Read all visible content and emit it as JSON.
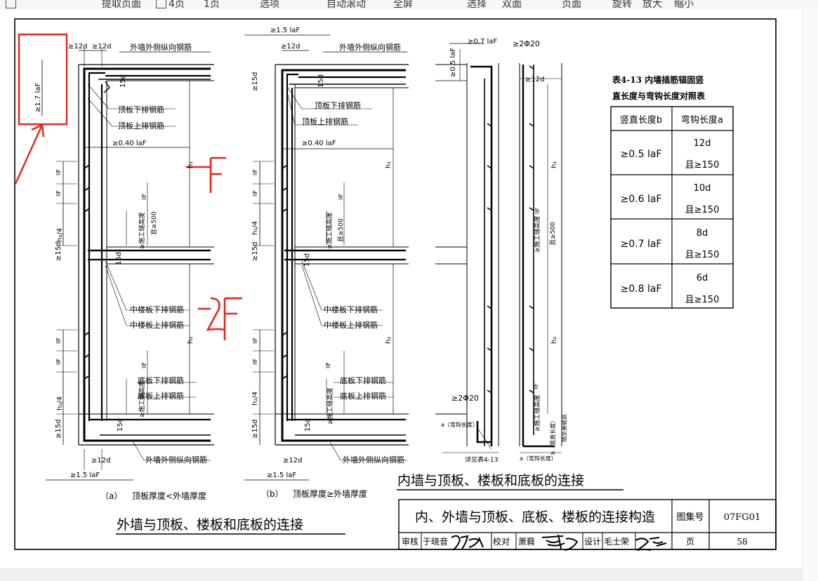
{
  "toolbar": {
    "items": [
      "提取页面",
      "4页",
      "1页",
      "选项",
      "自动滚动",
      "全屏",
      "选择",
      "双面",
      "页面",
      "旋转",
      "放大",
      "缩小"
    ]
  },
  "drawing": {
    "title": "内、外墙与顶板、底板、楼板的连接构造",
    "atlas_label": "图集号",
    "atlas_no": "07FG01",
    "page_label": "页",
    "page_no": "58",
    "review_label": "审核",
    "reviewer": "于晓音",
    "check_label": "校对",
    "checker": "萧蕤",
    "design_label": "设计",
    "designer": "毛士荣",
    "left_title": "外墙与顶板、楼板和底板的连接",
    "right_title": "内墙与顶板、楼板和底板的连接",
    "cap_a_mark": "（a）",
    "cap_a_text": "顶板厚度<外墙厚度",
    "cap_b_mark": "（b）",
    "cap_b_text": "顶板厚度≥外墙厚度"
  },
  "labels": {
    "d12": "≥12d",
    "d15": "15d",
    "ge15d": "≥15d",
    "outer_vert": "外墙外侧纵向钢筋",
    "top_lower": "顶板下排钢筋",
    "top_upper": "顶板上排钢筋",
    "mid_lower": "中楼板下排钢筋",
    "mid_upper": "中楼板上排钢筋",
    "bot_lower": "底板下排钢筋",
    "bot_upper": "底板上排钢筋",
    "la17": "≥1.7 laF",
    "la15": "≥1.5 laF",
    "la04": "≥0.40 laF",
    "la07": "≥0.7 laF",
    "la05": "≥0.5 laF",
    "h1": "h₁",
    "h2": "h₂",
    "h1q": "h₁/4",
    "h2q": "h₂/4",
    "llF": "llF",
    "ge500": "且≥500",
    "joint": "≥施工缝高度",
    "bar220": "≥2Φ20",
    "see_table": "详见表4-13",
    "hook_len": "a（弯钩长度）",
    "vert_len": "b（竖直长度）",
    "to_base": "插至基础底",
    "mark_1f": "1F",
    "mark_2f": "2F"
  },
  "table": {
    "title_line1": "表4-13  内墙插筋锚固竖",
    "title_line2": "直长度与弯钩长度对照表",
    "headers": [
      "竖直长度b",
      "弯钩长度a"
    ],
    "rows": [
      {
        "b": "≥0.5  laF",
        "a1": "12d",
        "a2": "且≥150"
      },
      {
        "b": "≥0.6  laF",
        "a1": "10d",
        "a2": "且≥150"
      },
      {
        "b": "≥0.7  laF",
        "a1": "8d",
        "a2": "且≥150"
      },
      {
        "b": "≥0.8  laF",
        "a1": "6d",
        "a2": "且≥150"
      }
    ]
  },
  "colors": {
    "annotation": "#e8231c",
    "ink": "#000000"
  }
}
